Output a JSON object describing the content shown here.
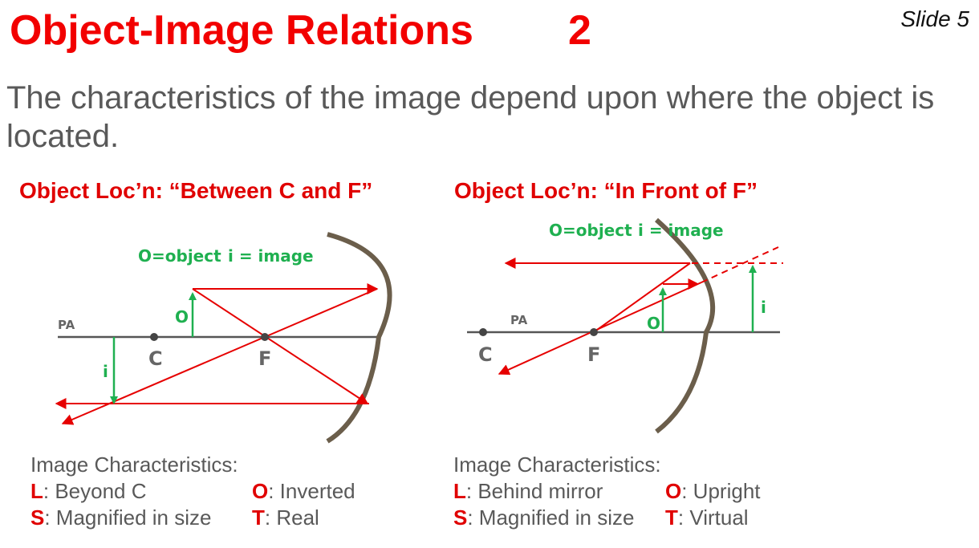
{
  "slide": {
    "title": "Object-Image Relations",
    "title_number": "2",
    "slide_label": "Slide 5",
    "intro": "The characteristics of the image depend upon where the object is located."
  },
  "left_panel": {
    "heading": "Object Loc’n: “Between C and F”",
    "diagram": {
      "legend_object": "O=object",
      "legend_image": "i = image",
      "axis_label": "PA",
      "point_c": "C",
      "point_f": "F",
      "object_label": "O",
      "image_label": "i",
      "colors": {
        "mirror": "#6b5e4b",
        "ray": "#e60000",
        "arrow": "#1fb050",
        "axis": "#555555"
      }
    },
    "characteristics": {
      "heading": "Image Characteristics:",
      "items": [
        {
          "key": "L",
          "value": ": Beyond C"
        },
        {
          "key": "O",
          "value": ": Inverted"
        },
        {
          "key": "S",
          "value": ": Magnified in size"
        },
        {
          "key": "T",
          "value": ": Real"
        }
      ]
    }
  },
  "right_panel": {
    "heading": "Object Loc’n: “In Front of F”",
    "diagram": {
      "legend_object": "O=object",
      "legend_image": "i = image",
      "axis_label": "PA",
      "point_c": "C",
      "point_f": "F",
      "object_label": "O",
      "image_label": "i",
      "colors": {
        "mirror": "#6b5e4b",
        "ray": "#e60000",
        "arrow": "#1fb050",
        "axis": "#555555"
      }
    },
    "characteristics": {
      "heading": "Image Characteristics:",
      "items": [
        {
          "key": "L",
          "value": ": Behind mirror"
        },
        {
          "key": "O",
          "value": ": Upright"
        },
        {
          "key": "S",
          "value": ": Magnified in size"
        },
        {
          "key": "T",
          "value": ": Virtual"
        }
      ]
    }
  }
}
